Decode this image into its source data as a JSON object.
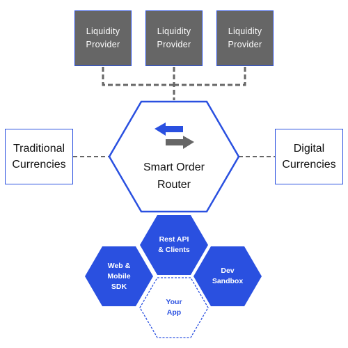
{
  "colors": {
    "accent_blue": "#2a50e0",
    "provider_gray": "#666666",
    "connector_gray": "#666666",
    "text_dark": "#111111"
  },
  "liquidity_providers": [
    {
      "line1": "Liquidity",
      "line2": "Provider"
    },
    {
      "line1": "Liquidity",
      "line2": "Provider"
    },
    {
      "line1": "Liquidity",
      "line2": "Provider"
    }
  ],
  "left_box": {
    "line1": "Traditional",
    "line2": "Currencies"
  },
  "right_box": {
    "line1": "Digital",
    "line2": "Currencies"
  },
  "router": {
    "line1": "Smart Order",
    "line2": "Router",
    "icon": "swap-arrows-icon"
  },
  "components": {
    "rest_api": {
      "line1": "Rest API",
      "line2": "& Clients"
    },
    "web_mobile": {
      "line1": "Web &",
      "line2": "Mobile",
      "line3": "SDK"
    },
    "dev_sandbox": {
      "line1": "Dev",
      "line2": "Sandbox"
    },
    "your_app": {
      "line1": "Your",
      "line2": "App"
    }
  }
}
